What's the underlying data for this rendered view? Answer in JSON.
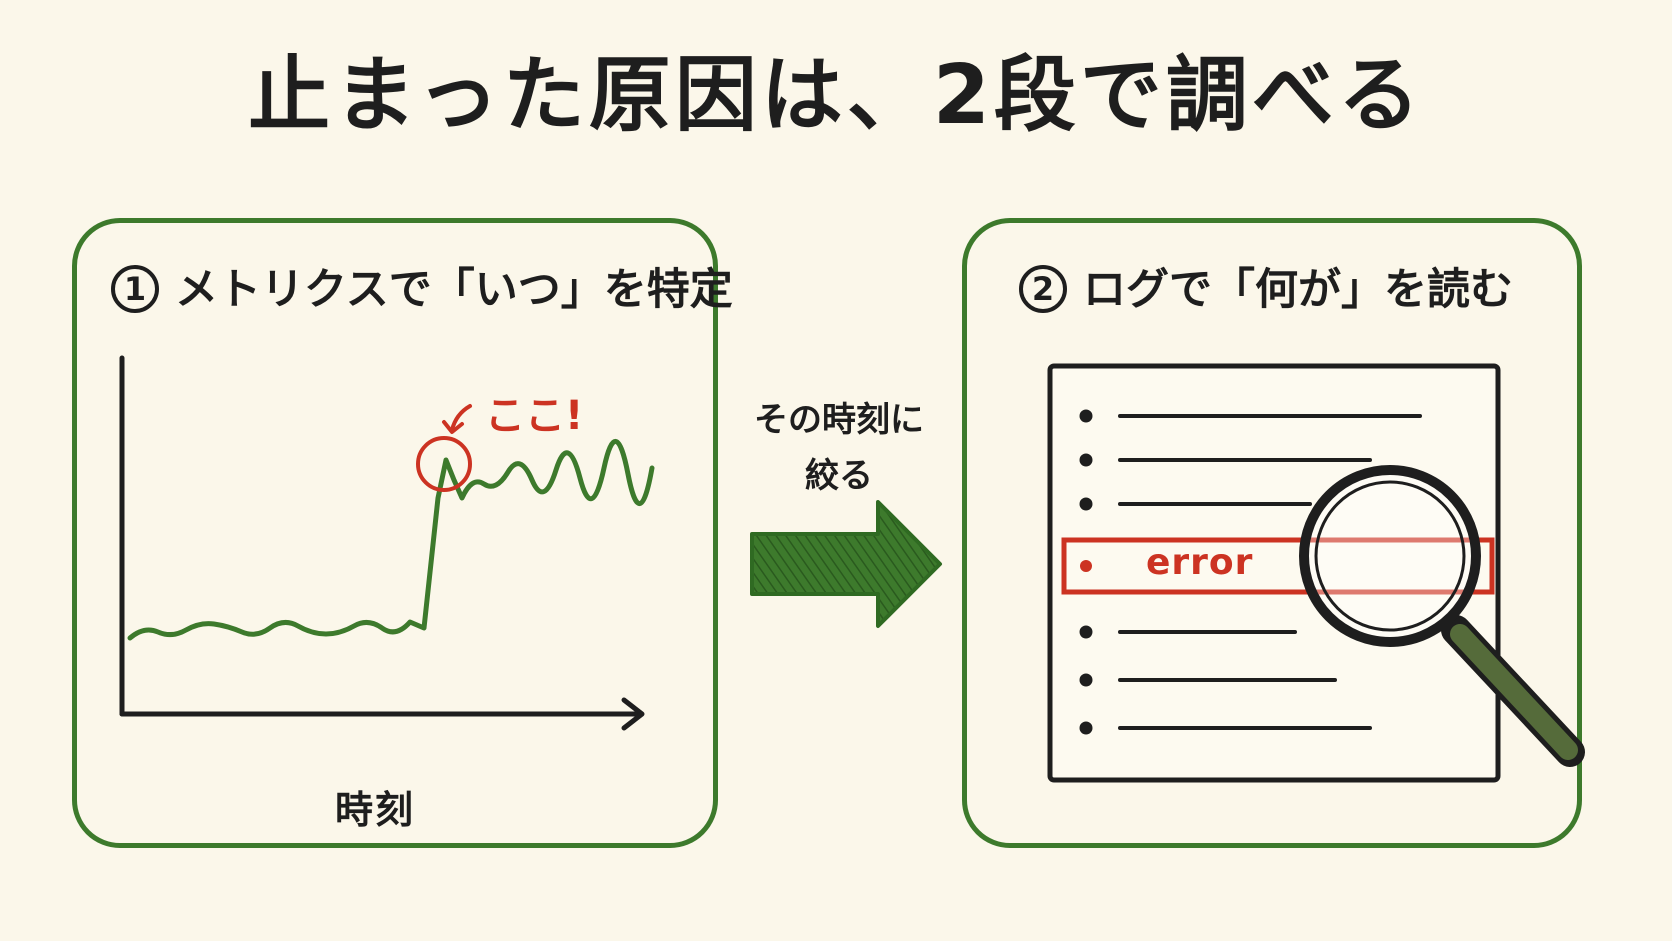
{
  "title": "止まった原因は、2段で調べる",
  "step1": {
    "number": "1",
    "title": "メトリクスで「いつ」を特定",
    "callout": "ここ!",
    "xlabel": "時刻"
  },
  "between": {
    "line1": "その時刻に",
    "line2": "絞る"
  },
  "step2": {
    "number": "2",
    "title": "ログで「何が」を読む",
    "error_text": "error"
  },
  "colors": {
    "green": "#3d7a2c",
    "red": "#cc3322",
    "ink": "#1e1e1e",
    "background": "#fbf7ea"
  },
  "icons": [
    "magnifier-icon",
    "right-arrow-icon"
  ]
}
